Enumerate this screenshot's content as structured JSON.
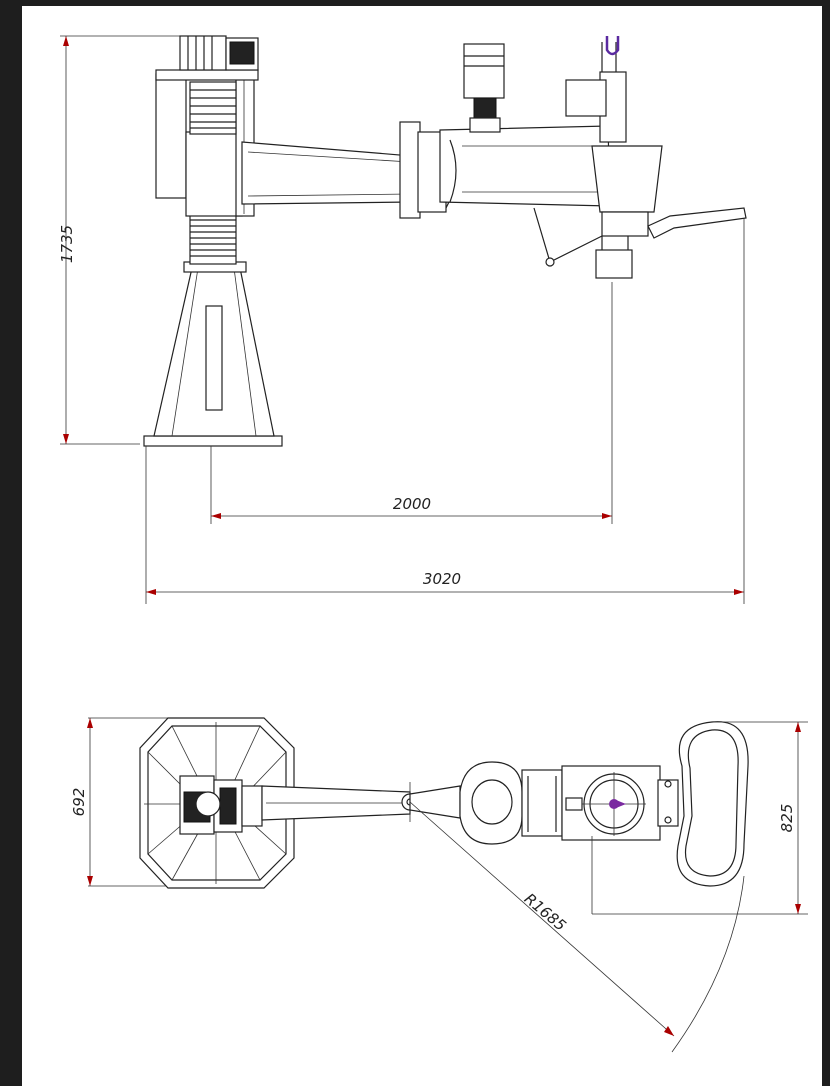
{
  "drawing": {
    "views": [
      "side-elevation",
      "top-plan"
    ],
    "accent_color": "#a00000",
    "marker_color": "#7a2aa0"
  },
  "dimensions": {
    "height": "1735",
    "reach": "2000",
    "overall_length": "3020",
    "base_width": "692",
    "handle_span": "825",
    "swing_radius": "R1685"
  }
}
